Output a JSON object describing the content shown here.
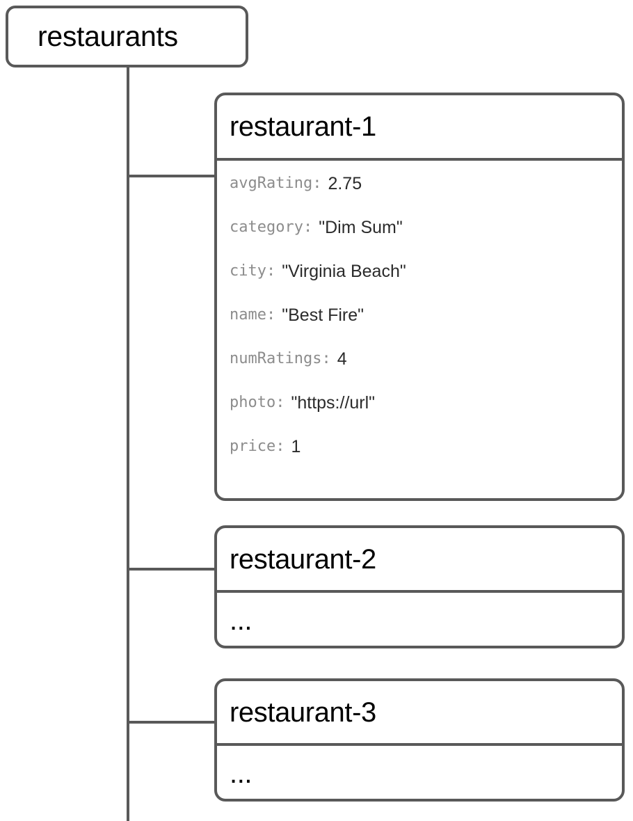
{
  "diagram": {
    "root": {
      "label": "restaurants"
    },
    "documents": [
      {
        "id": "restaurant-1",
        "title": "restaurant-1",
        "fields": [
          {
            "key": "avgRating:",
            "value": "2.75"
          },
          {
            "key": "category:",
            "value": "\"Dim Sum\""
          },
          {
            "key": "city:",
            "value": "\"Virginia Beach\""
          },
          {
            "key": "name:",
            "value": "\"Best Fire\""
          },
          {
            "key": "numRatings:",
            "value": "4"
          },
          {
            "key": "photo:",
            "value": "\"https://url\""
          },
          {
            "key": "price:",
            "value": "1"
          }
        ]
      },
      {
        "id": "restaurant-2",
        "title": "restaurant-2",
        "ellipsis": "..."
      },
      {
        "id": "restaurant-3",
        "title": "restaurant-3",
        "ellipsis": "..."
      }
    ]
  },
  "colors": {
    "line": "#595959",
    "key_text": "#8c8c8c",
    "value_text": "#2b2b2b",
    "title_text": "#000000",
    "background": "#ffffff"
  }
}
